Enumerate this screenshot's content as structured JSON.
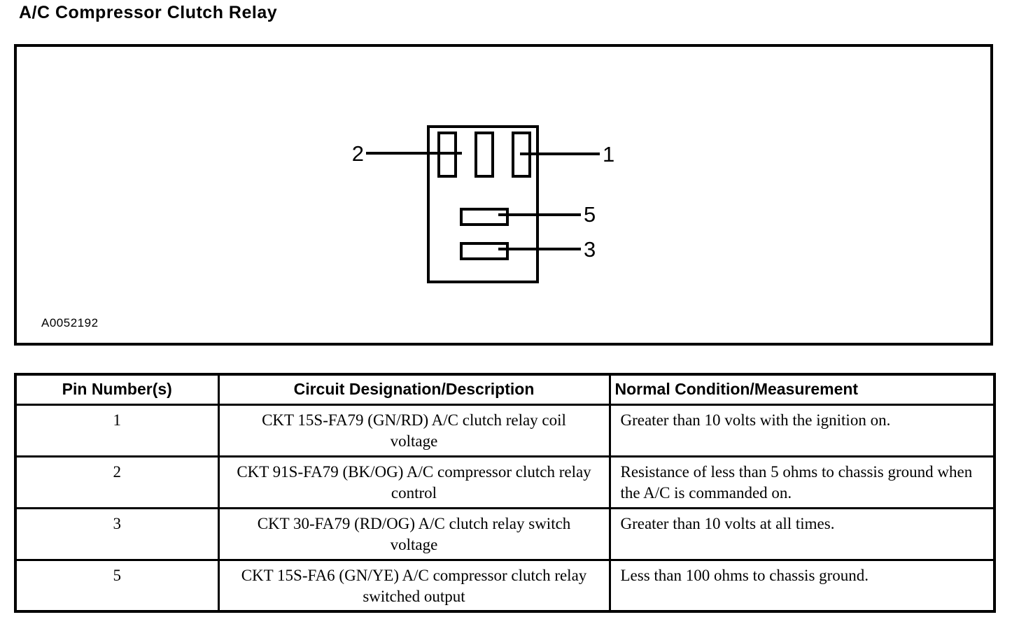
{
  "page": {
    "title": "A/C Compressor Clutch Relay"
  },
  "colors": {
    "ink": "#000000",
    "paper": "#ffffff"
  },
  "diagram": {
    "figure_id": "A0052192",
    "pin_labels": {
      "pin1": "1",
      "pin2": "2",
      "pin3": "3",
      "pin5": "5"
    }
  },
  "table": {
    "headers": {
      "pin": "Pin Number(s)",
      "circuit": "Circuit Designation/Description",
      "condition": "Normal Condition/Measurement"
    },
    "rows": [
      {
        "pin": "1",
        "circuit": "CKT 15S-FA79 (GN/RD) A/C clutch relay coil voltage",
        "condition": "Greater than 10 volts with the ignition on."
      },
      {
        "pin": "2",
        "circuit": "CKT 91S-FA79 (BK/OG) A/C compressor clutch relay control",
        "condition": "Resistance of less than 5 ohms to chassis ground when the A/C is commanded on."
      },
      {
        "pin": "3",
        "circuit": "CKT 30-FA79 (RD/OG) A/C clutch relay switch voltage",
        "condition": "Greater than 10 volts at all times."
      },
      {
        "pin": "5",
        "circuit": "CKT 15S-FA6 (GN/YE) A/C compressor clutch relay switched output",
        "condition": "Less than 100 ohms to chassis ground."
      }
    ]
  }
}
